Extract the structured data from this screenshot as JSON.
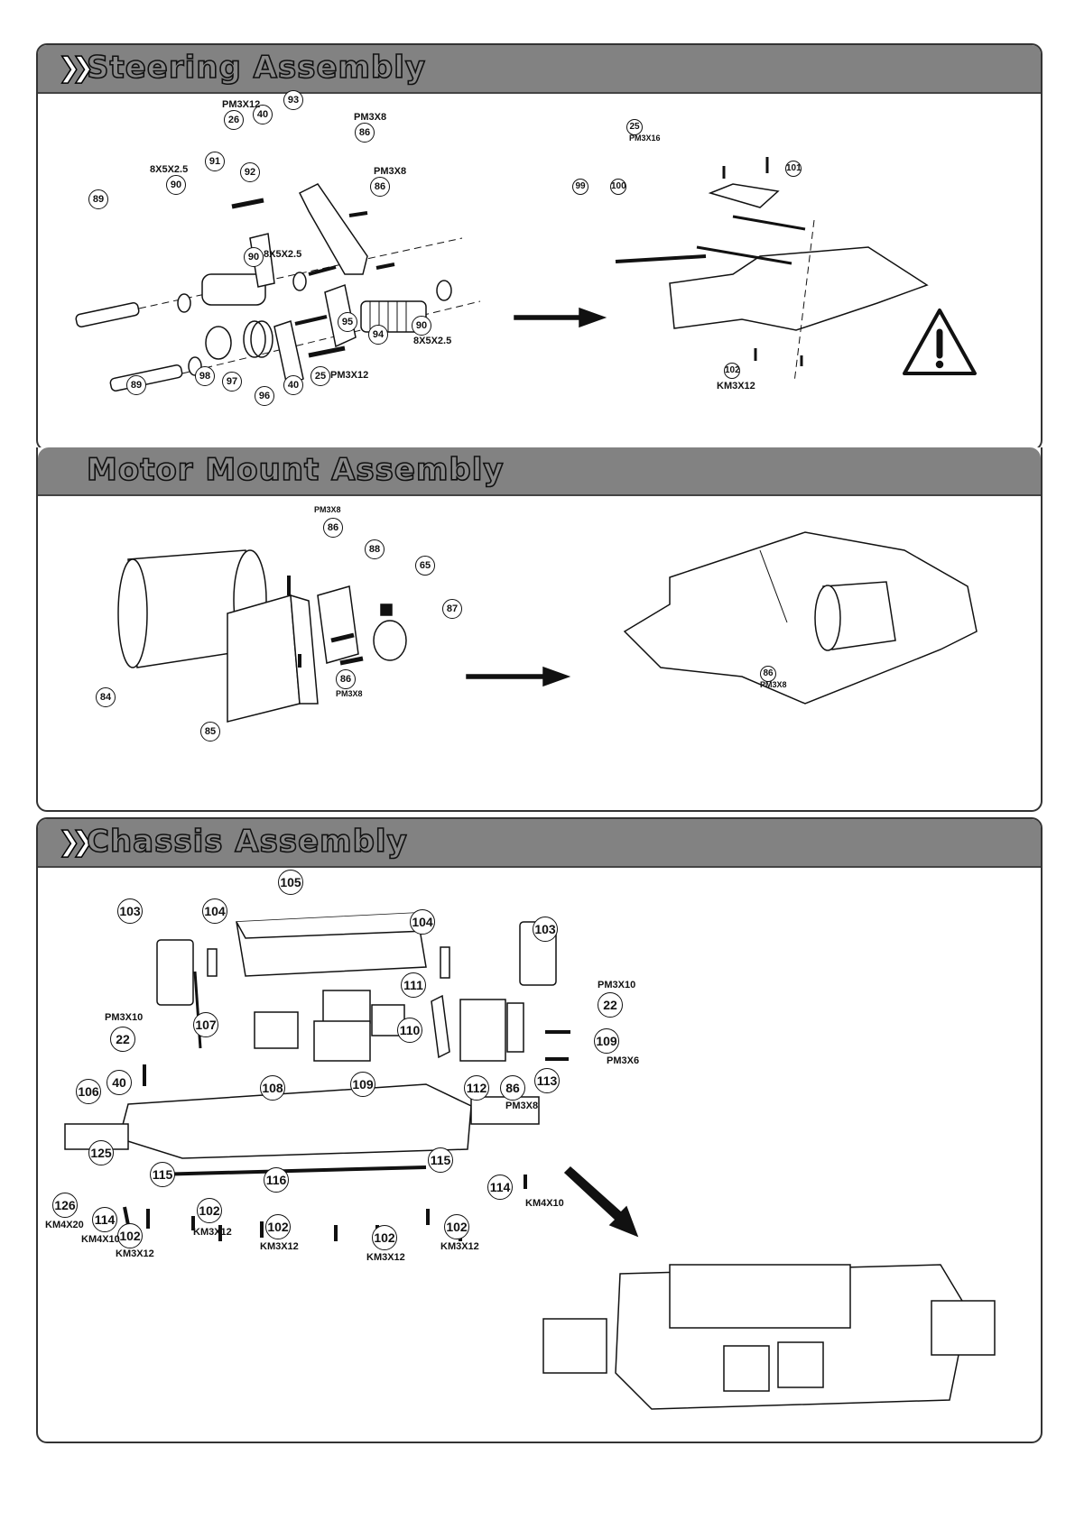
{
  "sections": {
    "steering": {
      "title": "Steering Assembly"
    },
    "motor": {
      "title": "Motor Mount Assembly"
    },
    "chassis": {
      "title": "Chassis Assembly"
    }
  },
  "steering_callouts": [
    "26",
    "40",
    "93",
    "86",
    "91",
    "92",
    "86",
    "89",
    "90",
    "90",
    "95",
    "94",
    "90",
    "98",
    "97",
    "96",
    "40",
    "25",
    "89",
    "25",
    "99",
    "100",
    "101",
    "102"
  ],
  "steering_specs": {
    "pm3x12_a": "PM3X12",
    "pm3x8_a": "PM3X8",
    "pm3x8_b": "PM3X8",
    "spacer_a": "8X5X2.5",
    "spacer_b": "8X5X2.5",
    "spacer_c": "8X5X2.5",
    "pm3x12_b": "PM3X12",
    "pm3x16": "PM3X16",
    "km3x12": "KM3X12"
  },
  "motor_callouts": [
    "86",
    "88",
    "65",
    "87",
    "84",
    "85",
    "86",
    "86"
  ],
  "motor_specs": {
    "pm3x8_a": "PM3X8",
    "pm3x8_b": "PM3X8",
    "pm3x8_c": "PM3X8"
  },
  "chassis_callouts": [
    "105",
    "103",
    "104",
    "104",
    "103",
    "111",
    "22",
    "22",
    "107",
    "110",
    "109",
    "106",
    "40",
    "108",
    "109",
    "112",
    "86",
    "113",
    "125",
    "115",
    "116",
    "114",
    "126",
    "114",
    "115",
    "102",
    "102",
    "102",
    "102",
    "102"
  ],
  "chassis_specs": {
    "pm3x10_a": "PM3X10",
    "pm3x10_b": "PM3X10",
    "pm3x6": "PM3X6",
    "pm3x8": "PM3X8",
    "km4x10_a": "KM4X10",
    "km4x20": "KM4X20",
    "km4x10_b": "KM4X10",
    "km3x12_a": "KM3X12",
    "km3x12_b": "KM3X12",
    "km3x12_c": "KM3X12",
    "km3x12_d": "KM3X12",
    "km3x12_e": "KM3X12"
  }
}
